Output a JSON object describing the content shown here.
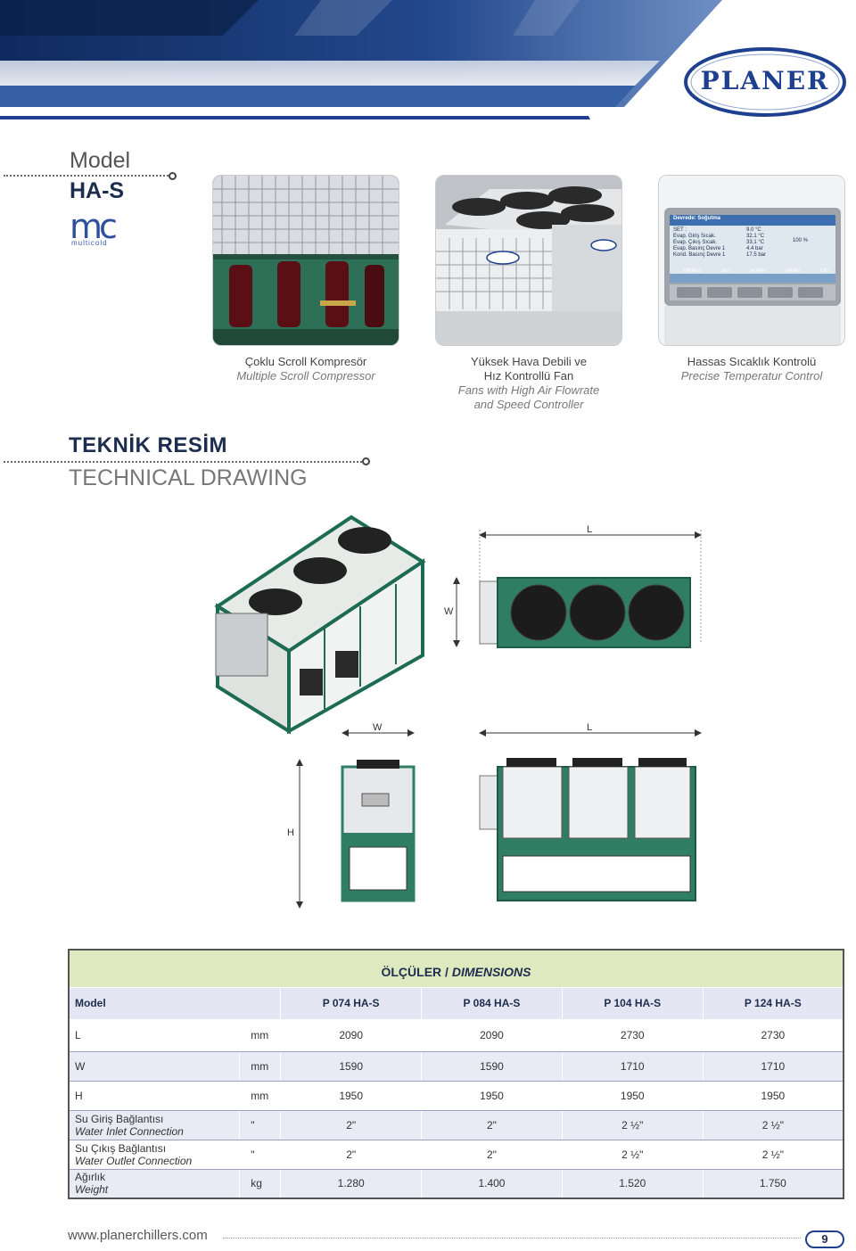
{
  "header": {
    "brand": "PLANER",
    "colors": {
      "navy": "#1f3f8f",
      "steel": "#4a6fa8",
      "green": "#2f7d62"
    }
  },
  "model": {
    "label": "Model",
    "name": "HA-S",
    "logo_letters": "mc",
    "logo_sub": "multicold"
  },
  "features": [
    {
      "tr": "Çoklu Scroll Kompresör",
      "en": "Multiple Scroll Compressor"
    },
    {
      "tr1": "Yüksek Hava Debili ve",
      "tr2": "Hız Kontrollü Fan",
      "en1": "Fans with High Air Flowrate",
      "en2": "and Speed Controller"
    },
    {
      "tr": "Hassas Sıcaklık Kontrolü",
      "en": "Precise Temperatur Control"
    }
  ],
  "controller_screen": {
    "title": "Devrede: Soğutma",
    "lines": [
      {
        "label": "SET :",
        "value": "9.0 °C"
      },
      {
        "label": "Evap. Giriş Sıcak.",
        "value": "32.1 °C"
      },
      {
        "label": "Evap. Çıkış Sıcak.",
        "value": "33.1 °C"
      },
      {
        "label": "Evap. Basınç Devre 1",
        "value": "4.4 bar"
      },
      {
        "label": "Kond. Basınç Devre 1",
        "value": "17.5 bar"
      }
    ],
    "percent": "100 %",
    "buttons": [
      "PROBES",
      "SET",
      "ALARM",
      "MAVAS",
      "CIKI"
    ]
  },
  "technical": {
    "tr": "TEKNİK RESİM",
    "en": "TECHNICAL DRAWING"
  },
  "drawing_labels": {
    "L": "L",
    "W": "W",
    "H": "H"
  },
  "table": {
    "title_tr": "ÖLÇÜLER / ",
    "title_en": "DIMENSIONS",
    "header": {
      "label": "Model",
      "models": [
        "P 074 HA-S",
        "P 084 HA-S",
        "P 104 HA-S",
        "P 124 HA-S"
      ]
    },
    "rows": [
      {
        "name": "L",
        "unit": "mm",
        "values": [
          "2090",
          "2090",
          "2730",
          "2730"
        ]
      },
      {
        "name": "W",
        "unit": "mm",
        "values": [
          "1590",
          "1590",
          "1710",
          "1710"
        ]
      },
      {
        "name": "H",
        "unit": "mm",
        "values": [
          "1950",
          "1950",
          "1950",
          "1950"
        ]
      },
      {
        "name_tr": "Su Giriş Bağlantısı",
        "name_en": "Water Inlet Connection",
        "unit": "\"",
        "values": [
          "2\"",
          "2\"",
          "2 ½\"",
          "2 ½\""
        ]
      },
      {
        "name_tr": "Su Çıkış Bağlantısı",
        "name_en": "Water Outlet Connection",
        "unit": "\"",
        "values": [
          "2\"",
          "2\"",
          "2 ½\"",
          "2 ½\""
        ]
      },
      {
        "name_tr": "Ağırlık",
        "name_en": "Weight",
        "unit": "kg",
        "values": [
          "1.280",
          "1.400",
          "1.520",
          "1.750"
        ]
      }
    ]
  },
  "footer": {
    "url": "www.planerchillers.com",
    "page": "9"
  }
}
